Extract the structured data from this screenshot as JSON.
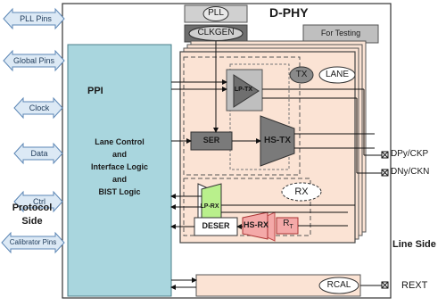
{
  "title": "D-PHY",
  "for_testing": "For Testing",
  "pll": "PLL",
  "clkgen": "CLKGEN",
  "ppi": {
    "title": "PPI",
    "lines": [
      "Lane Control",
      "and",
      "Interface Logic",
      "and",
      "BIST Logic"
    ]
  },
  "left_signals": [
    "PLL Pins",
    "Global Pins",
    "Clock",
    "Data",
    "Ctrl",
    "Calibrator Pins"
  ],
  "protocol_side": [
    "Protocol",
    "Side"
  ],
  "line_side": "Line Side",
  "lane": {
    "tx": "TX",
    "lane": "LANE",
    "lp_tx": "LP-TX",
    "ser": "SER",
    "hs_tx": "HS-TX",
    "rx": "RX",
    "lp_rx": "LP-RX",
    "deser": "DESER",
    "hs_rx": "HS-RX",
    "rt": "R",
    "rt_sub": "T"
  },
  "pins": {
    "dp": "DPy/CKP",
    "dn": "DNy/CKN"
  },
  "rcal": "RCAL",
  "rext": "REXT",
  "colors": {
    "ppi_fill": "#a9d6de",
    "lane_fill": "#fbe3d4",
    "arrow_fill": "#dce9f5",
    "arrow_stroke": "#5b86b5",
    "gray_block": "#7f7f7f",
    "hs_rx_fill": "#f4a9a8",
    "lp_rx_fill": "#b9f08c",
    "rcal_fill": "#fbe3d4"
  }
}
